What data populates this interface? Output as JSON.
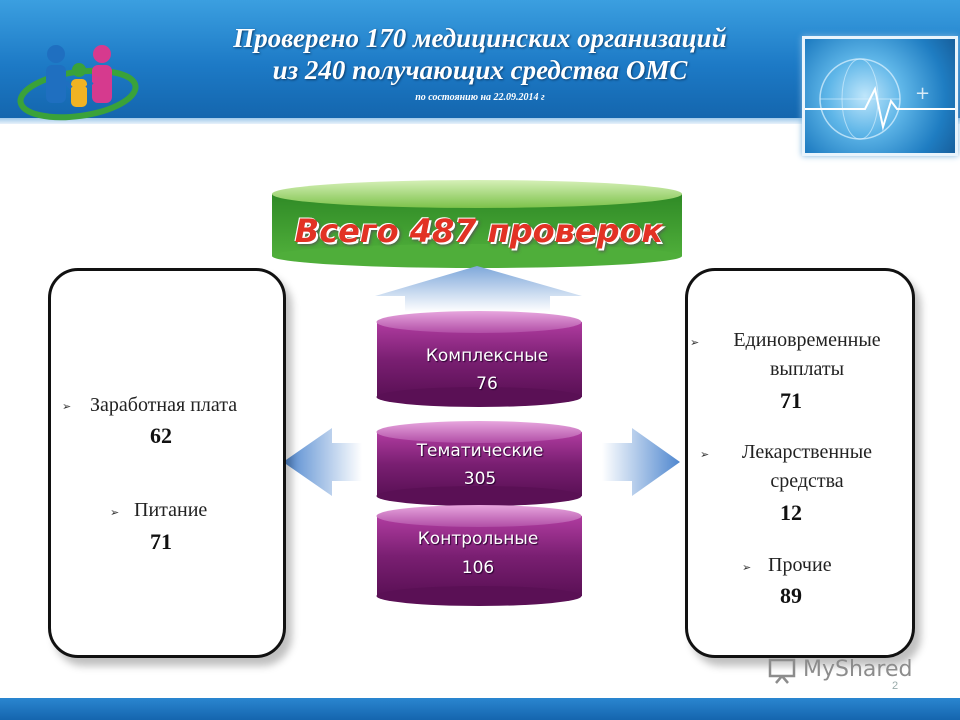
{
  "header": {
    "title_line1": "Проверено 170 медицинских организаций",
    "title_line2": "из 240 получающих средства ОМС",
    "subtitle": "по состоянию на 22.09.2014 г"
  },
  "total": {
    "label": "Всего 487 проверок"
  },
  "center": {
    "items": [
      {
        "label": "Комплексные",
        "value": "76"
      },
      {
        "label": "Тематические",
        "value": "305"
      },
      {
        "label": "Контрольные",
        "value": "106"
      }
    ]
  },
  "left_box": {
    "items": [
      {
        "label": "Заработная плата",
        "value": "62"
      },
      {
        "label": "Питание",
        "value": "71"
      }
    ]
  },
  "right_box": {
    "items": [
      {
        "label_line1": "Единовременные",
        "label_line2": "выплаты",
        "value": "71"
      },
      {
        "label_line1": "Лекарственные",
        "label_line2": "средства",
        "value": "12"
      },
      {
        "label_line1": "Прочие",
        "label_line2": "",
        "value": "89"
      }
    ]
  },
  "watermark": {
    "text": "MyShared"
  },
  "page_number": "2",
  "colors": {
    "header_blue": "#1d7ac6",
    "total_green": "#3a9a2a",
    "total_text_red": "#e23224",
    "cylinder_purple": "#7a1f72",
    "arrow_blue": "#6f9fd6"
  },
  "bullet_glyph": "➢"
}
